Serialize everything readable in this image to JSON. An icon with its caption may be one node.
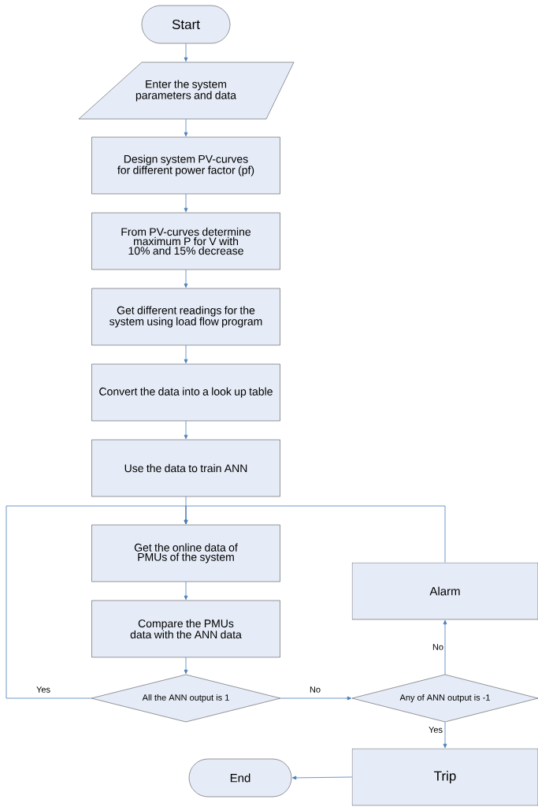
{
  "diagram": {
    "nodes": [
      {
        "text": [
          "Start"
        ]
      },
      {
        "text": [
          "Enter the system parameters and data"
        ]
      },
      {
        "text": [
          "Design system PV-curves for different power factor (pf)"
        ]
      },
      {
        "text": [
          "From PV-curves determine maximum P for V with 10% and 15% decrease"
        ]
      },
      {
        "text": [
          "Get different readings for the system using load flow program"
        ]
      },
      {
        "text": [
          "Convert the data into a look up table"
        ]
      },
      {
        "text": [
          "Use the data to train ANN"
        ]
      },
      {
        "text": [
          "Get the online data of PMUs of the system"
        ]
      },
      {
        "text": [
          "Compare the PMUs data with the ANN data"
        ]
      },
      {
        "text": [
          "All the ANN output is 1"
        ]
      },
      {
        "text": [
          "Any of ANN output is -1"
        ]
      },
      {
        "text": [
          "Alarm"
        ]
      },
      {
        "text": [
          "Trip"
        ]
      },
      {
        "text": [
          "End"
        ]
      }
    ],
    "edges": [
      {
        "from": 0,
        "to": 1,
        "arrow": "to"
      },
      {
        "from": 1,
        "to": 2,
        "arrow": "to"
      },
      {
        "from": 2,
        "to": 3,
        "arrow": "to"
      },
      {
        "from": 3,
        "to": 4,
        "arrow": "to"
      },
      {
        "from": 4,
        "to": 5,
        "arrow": "to"
      },
      {
        "from": 5,
        "to": 6,
        "arrow": "to"
      },
      {
        "from": 6,
        "to": 7,
        "arrow": "to"
      },
      {
        "from": 7,
        "to": 8,
        "arrow": "to"
      },
      {
        "from": 8,
        "to": 9,
        "arrow": "to"
      },
      {
        "from": 9,
        "to": 7,
        "arrow": "to",
        "label": "Yes"
      },
      {
        "from": 9,
        "to": 10,
        "arrow": "to",
        "label": "No"
      },
      {
        "from": 10,
        "to": 11,
        "arrow": "to",
        "label": "No"
      },
      {
        "from": 10,
        "to": 12,
        "arrow": "to",
        "label": "Yes"
      },
      {
        "from": 11,
        "to": 7,
        "arrow": "to"
      },
      {
        "from": 12,
        "to": 13,
        "arrow": "to"
      }
    ]
  }
}
